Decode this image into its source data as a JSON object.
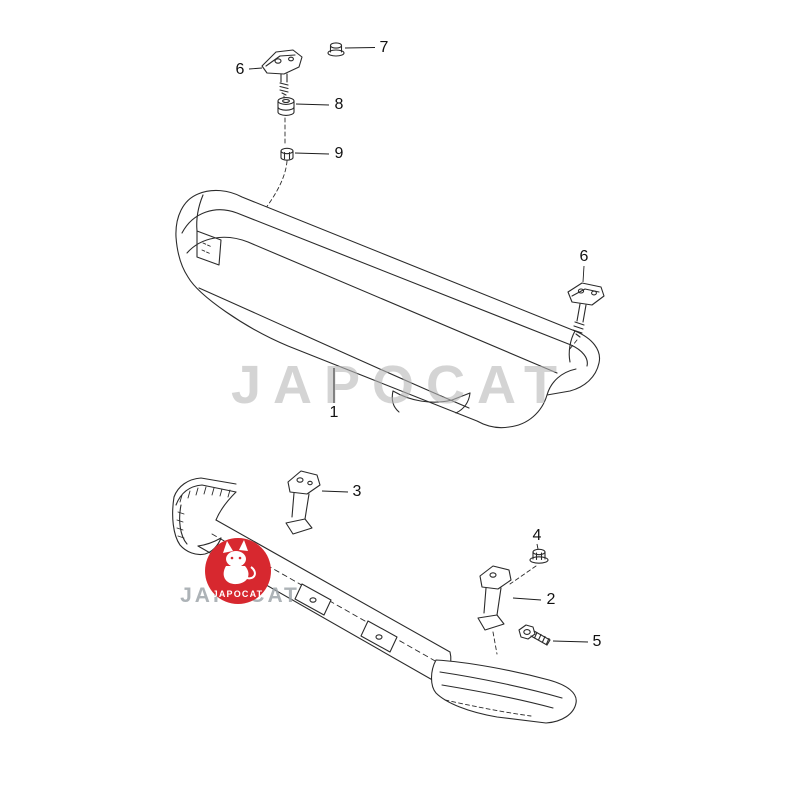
{
  "watermarks": {
    "center": "JAPOCAT",
    "bottom": "JAPOCAT",
    "logo": "JAPOCAT"
  },
  "logo_color": "#d7282f",
  "callouts": {
    "c1": "1",
    "c2": "2",
    "c3": "3",
    "c4": "4",
    "c5": "5",
    "c6_top": "6",
    "c6_right": "6",
    "c7": "7",
    "c8": "8",
    "c9": "9"
  }
}
